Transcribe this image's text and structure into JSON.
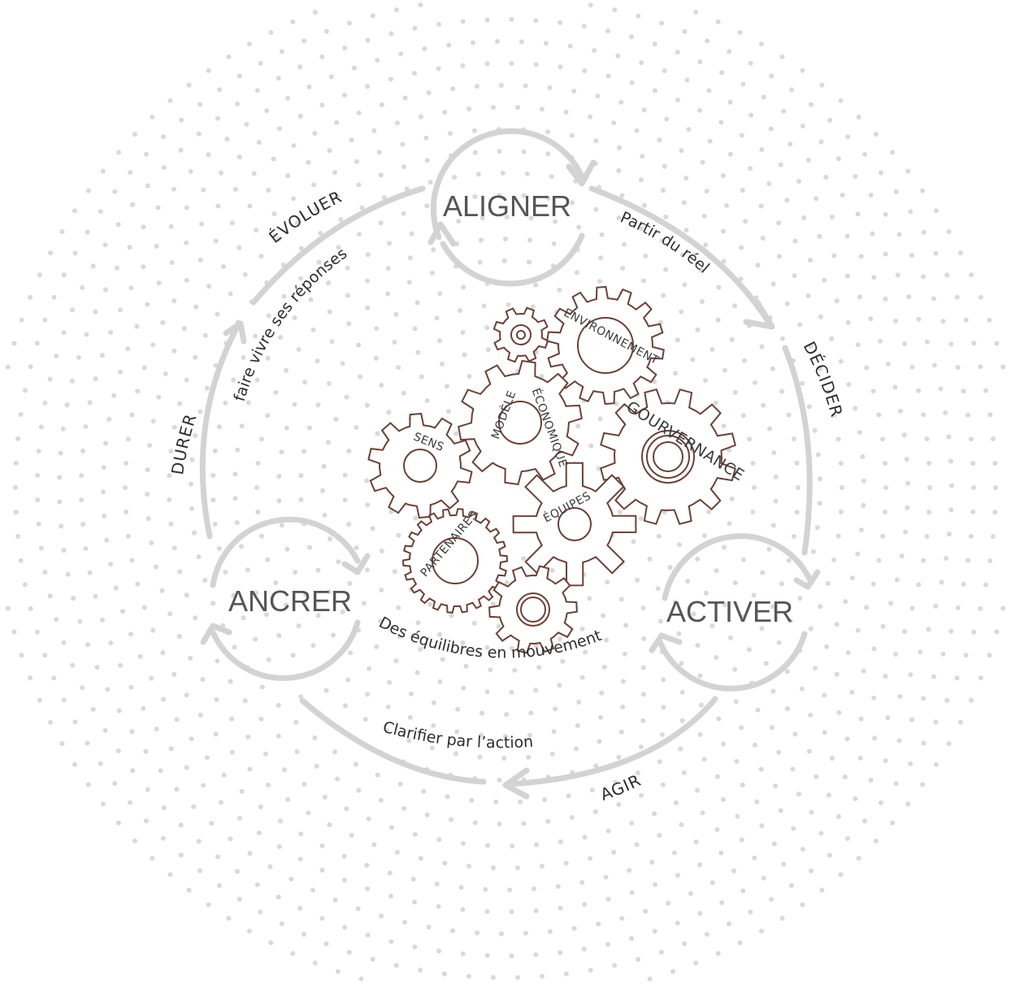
{
  "phases": {
    "aligner": "ALIGNER",
    "activer": "ACTIVER",
    "ancrer": "ANCRER"
  },
  "steps": {
    "decider": "DÉCIDER",
    "agir": "AGIR",
    "durer": "DURER",
    "evoluer": "ÉVOLUER"
  },
  "phrases": {
    "partir": "Partir du réel",
    "clarifier": "Clarifier par l’action",
    "faire_vivre": "faire vivre ses réponses",
    "equilibres": "Des équilibres en mouvement"
  },
  "gears": {
    "environnement": "ENVIRONNEMENT",
    "modele": "MODÈLE",
    "economique": "ÉCONOMIQUE",
    "sens": "SENS",
    "gouvernance": "GOURVERNANCE",
    "equipes": "ÉQUIPES",
    "partenaires": "PARTENAIRES"
  },
  "colors": {
    "cycle": "#d3d3d3",
    "gear_stroke": "#6b4136",
    "dots": "#d9d9d9",
    "phase_text": "#555555",
    "label_text": "#2e2e2e"
  }
}
